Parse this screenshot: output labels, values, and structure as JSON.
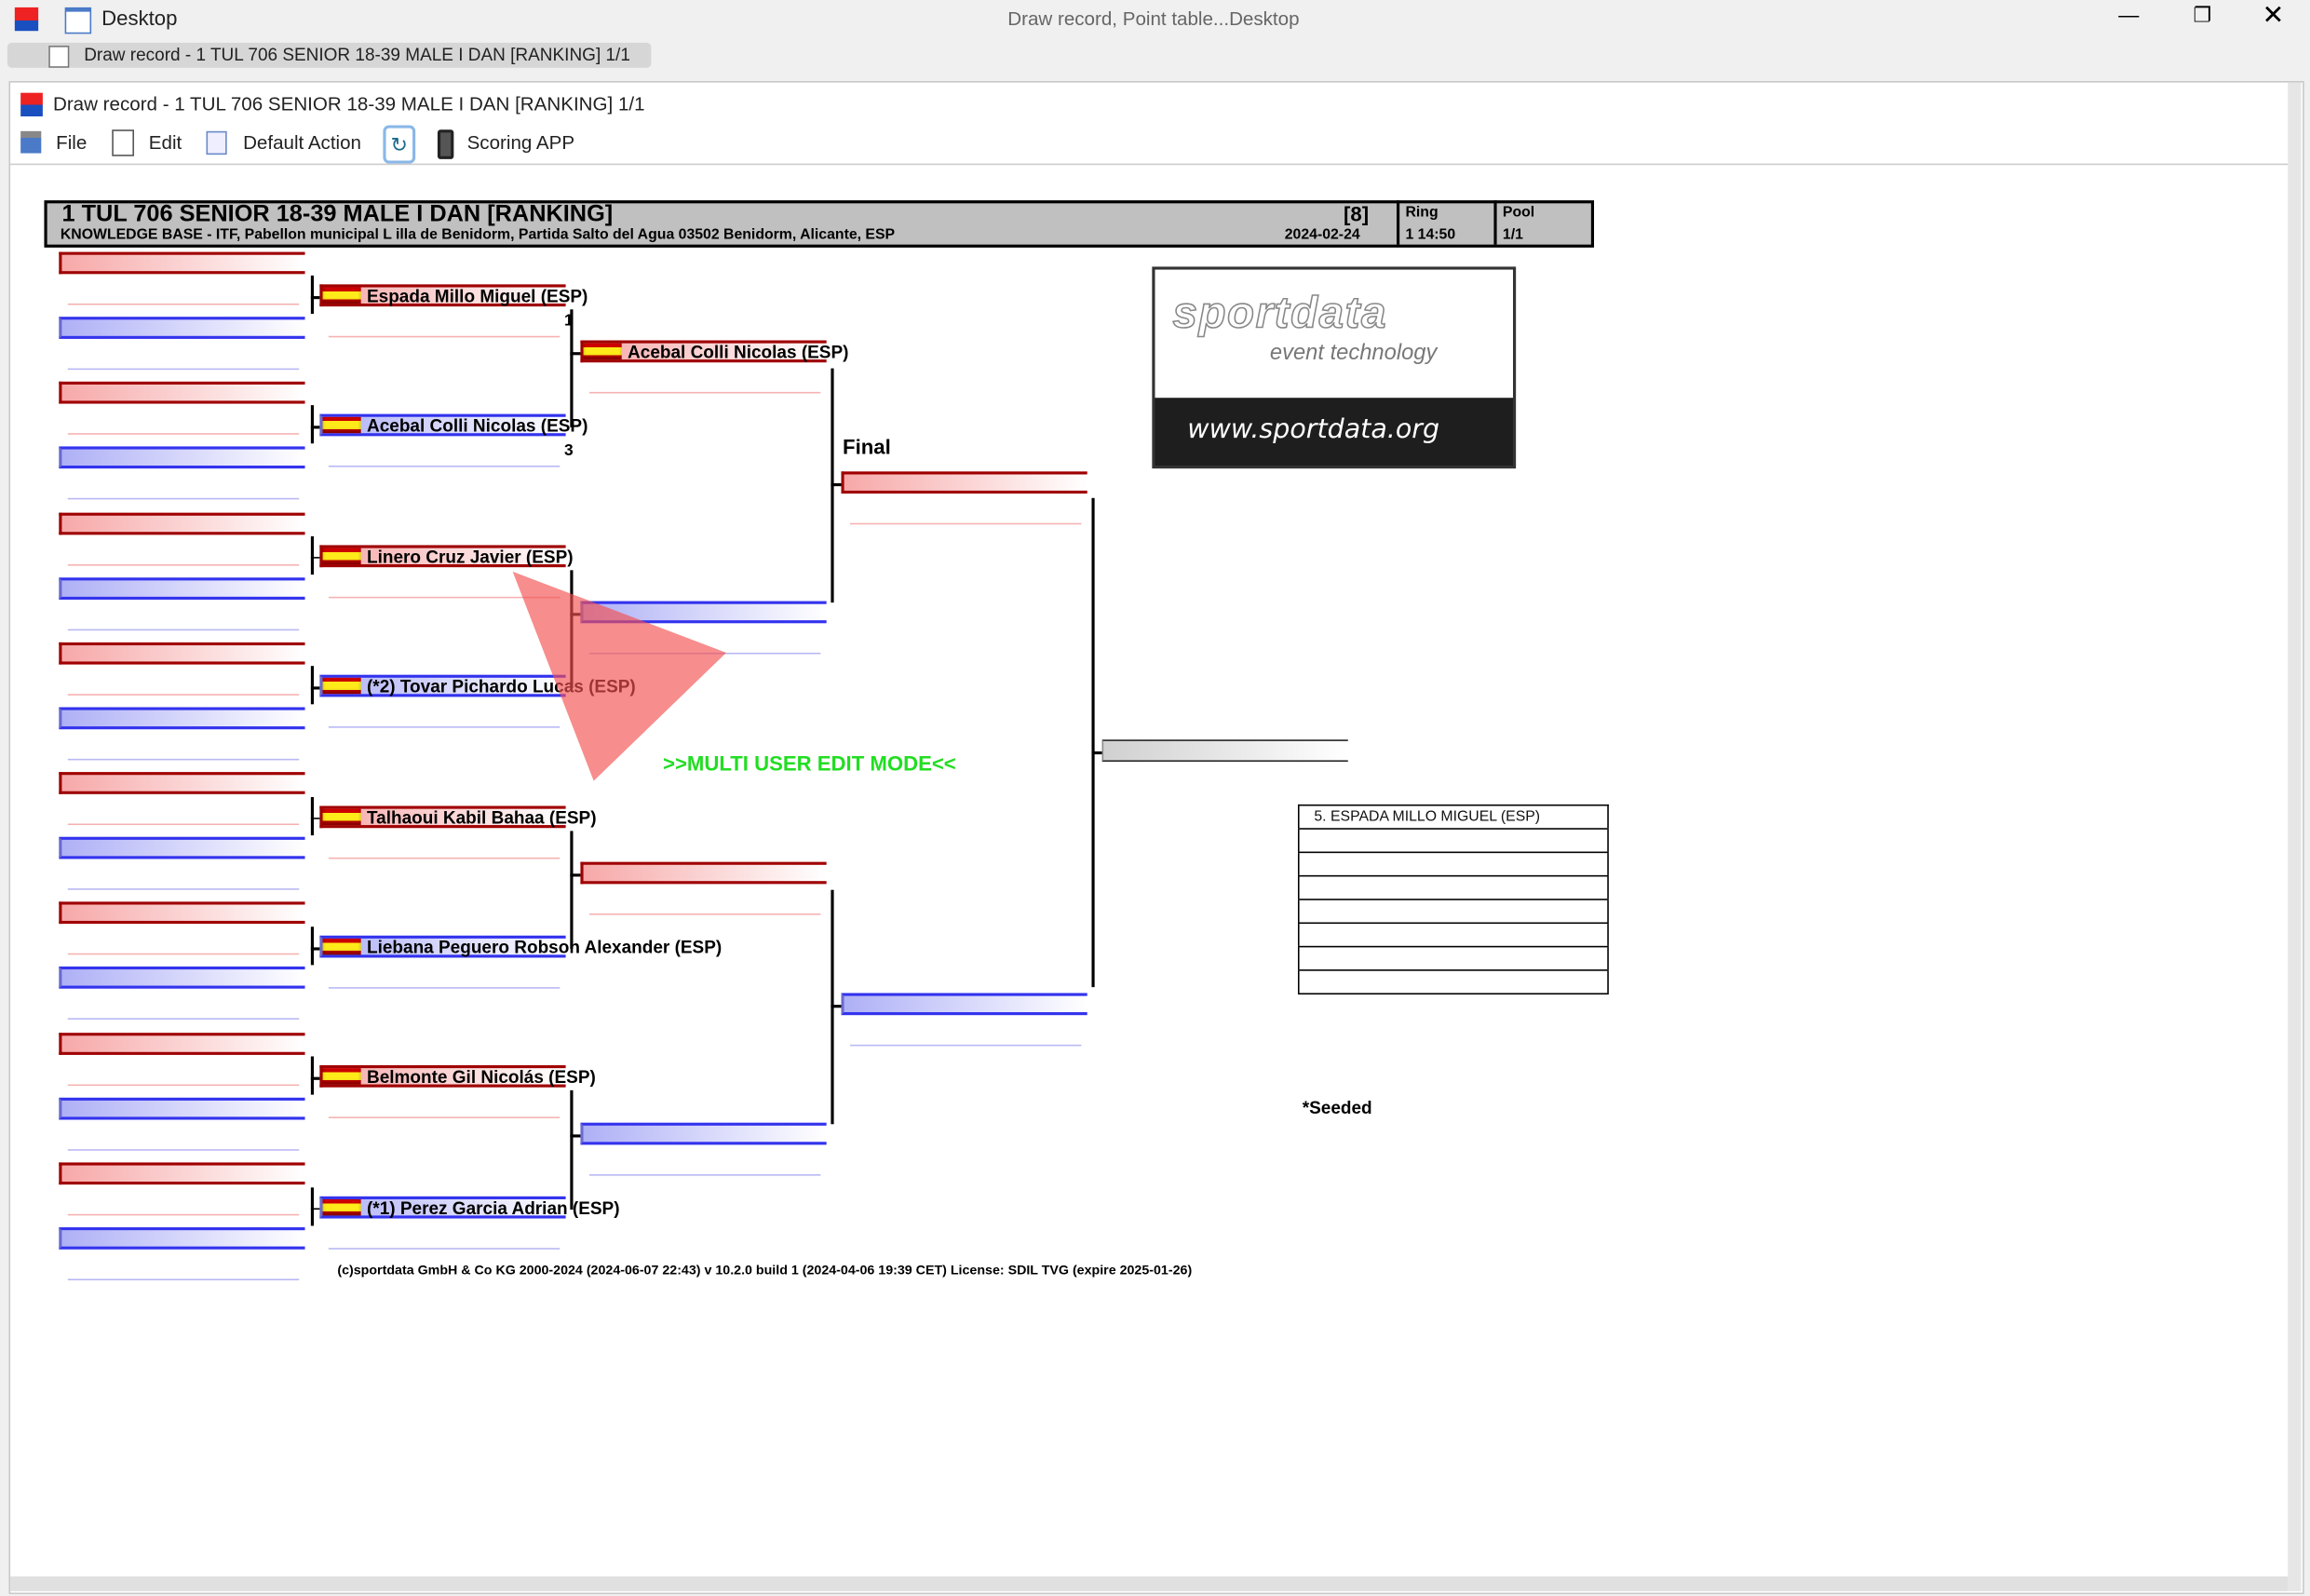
{
  "titlebar": {
    "app_label": "Desktop",
    "title": "Draw record, Point table...Desktop"
  },
  "tab": {
    "label": "Draw record - 1 TUL 706 SENIOR 18-39 MALE I DAN [RANKING] 1/1"
  },
  "window": {
    "title": "Draw record - 1 TUL 706 SENIOR 18-39 MALE I DAN [RANKING] 1/1"
  },
  "toolbar": {
    "file": "File",
    "edit": "Edit",
    "default_action": "Default Action",
    "scoring_app": "Scoring APP"
  },
  "header": {
    "title": "1 TUL 706 SENIOR 18-39 MALE I DAN [RANKING]",
    "subtitle": "KNOWLEDGE BASE - ITF, Pabellon municipal L illa de Benidorm, Partida Salto del Agua 03502 Benidorm, Alicante, ESP",
    "count": "[8]",
    "date": "2024-02-24",
    "ring_label": "Ring",
    "ring_value": "1 14:50",
    "pool_label": "Pool",
    "pool_value": "1/1"
  },
  "bracket": {
    "round2": [
      "Espada Millo Miguel (ESP)",
      "Acebal Colli Nicolas (ESP)",
      "Linero Cruz Javier (ESP)",
      "(*2) Tovar Pichardo Lucas (ESP)",
      "Talhaoui Kabil Bahaa (ESP)",
      "Liebana Peguero Robson Alexander (ESP)",
      "Belmonte Gil Nicolás (ESP)",
      "(*1) Perez Garcia Adrian (ESP)"
    ],
    "round3": [
      "Acebal Colli Nicolas (ESP)",
      "",
      "",
      ""
    ],
    "scores": [
      "1",
      "3"
    ],
    "final_label": "Final"
  },
  "logo": {
    "brand": "sportdata",
    "tagline": "event technology",
    "url": "www.sportdata.org"
  },
  "results": [
    "5. ESPADA MILLO MIGUEL (ESP)",
    "",
    "",
    "",
    "",
    "",
    "",
    ""
  ],
  "mode_text": ">>MULTI USER EDIT MODE<<",
  "seeded_note": "*Seeded",
  "footer": "(c)sportdata GmbH & Co KG 2000-2024 (2024-06-07 22:43)  v 10.2.0 build 1 (2024-04-06 19:39 CET) License: SDIL TVG (expire 2025-01-26)",
  "colors": {
    "red": "#a00000",
    "blue": "#3333ee",
    "mode": "#22dd22"
  }
}
